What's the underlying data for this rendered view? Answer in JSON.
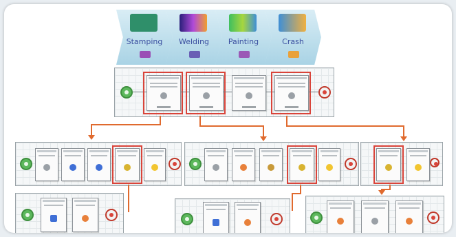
{
  "stages": [
    {
      "label": "Stamping",
      "color": "#2f8f6a"
    },
    {
      "label": "Welding",
      "color": "#6a3fb0"
    },
    {
      "label": "Painting",
      "color": "#2fa54f"
    },
    {
      "label": "Crash",
      "color": "#e9a13a"
    }
  ],
  "colors": {
    "highlight": "#d9443a",
    "connector": "#e06a2e",
    "start": "#5cb85c",
    "end": "#c0392b"
  },
  "flows": {
    "main": {
      "nodes": 4,
      "highlighted": [
        0,
        1,
        3
      ]
    },
    "sub1": {
      "nodes": 5,
      "highlighted": [
        3
      ]
    },
    "sub2": {
      "nodes": 5,
      "highlighted": [
        3
      ]
    },
    "sub3": {
      "nodes": 2,
      "highlighted": [
        0
      ]
    },
    "sub4": {
      "nodes": 2,
      "highlighted": []
    },
    "sub5": {
      "nodes": 2,
      "highlighted": []
    },
    "sub6": {
      "nodes": 3,
      "highlighted": []
    }
  }
}
